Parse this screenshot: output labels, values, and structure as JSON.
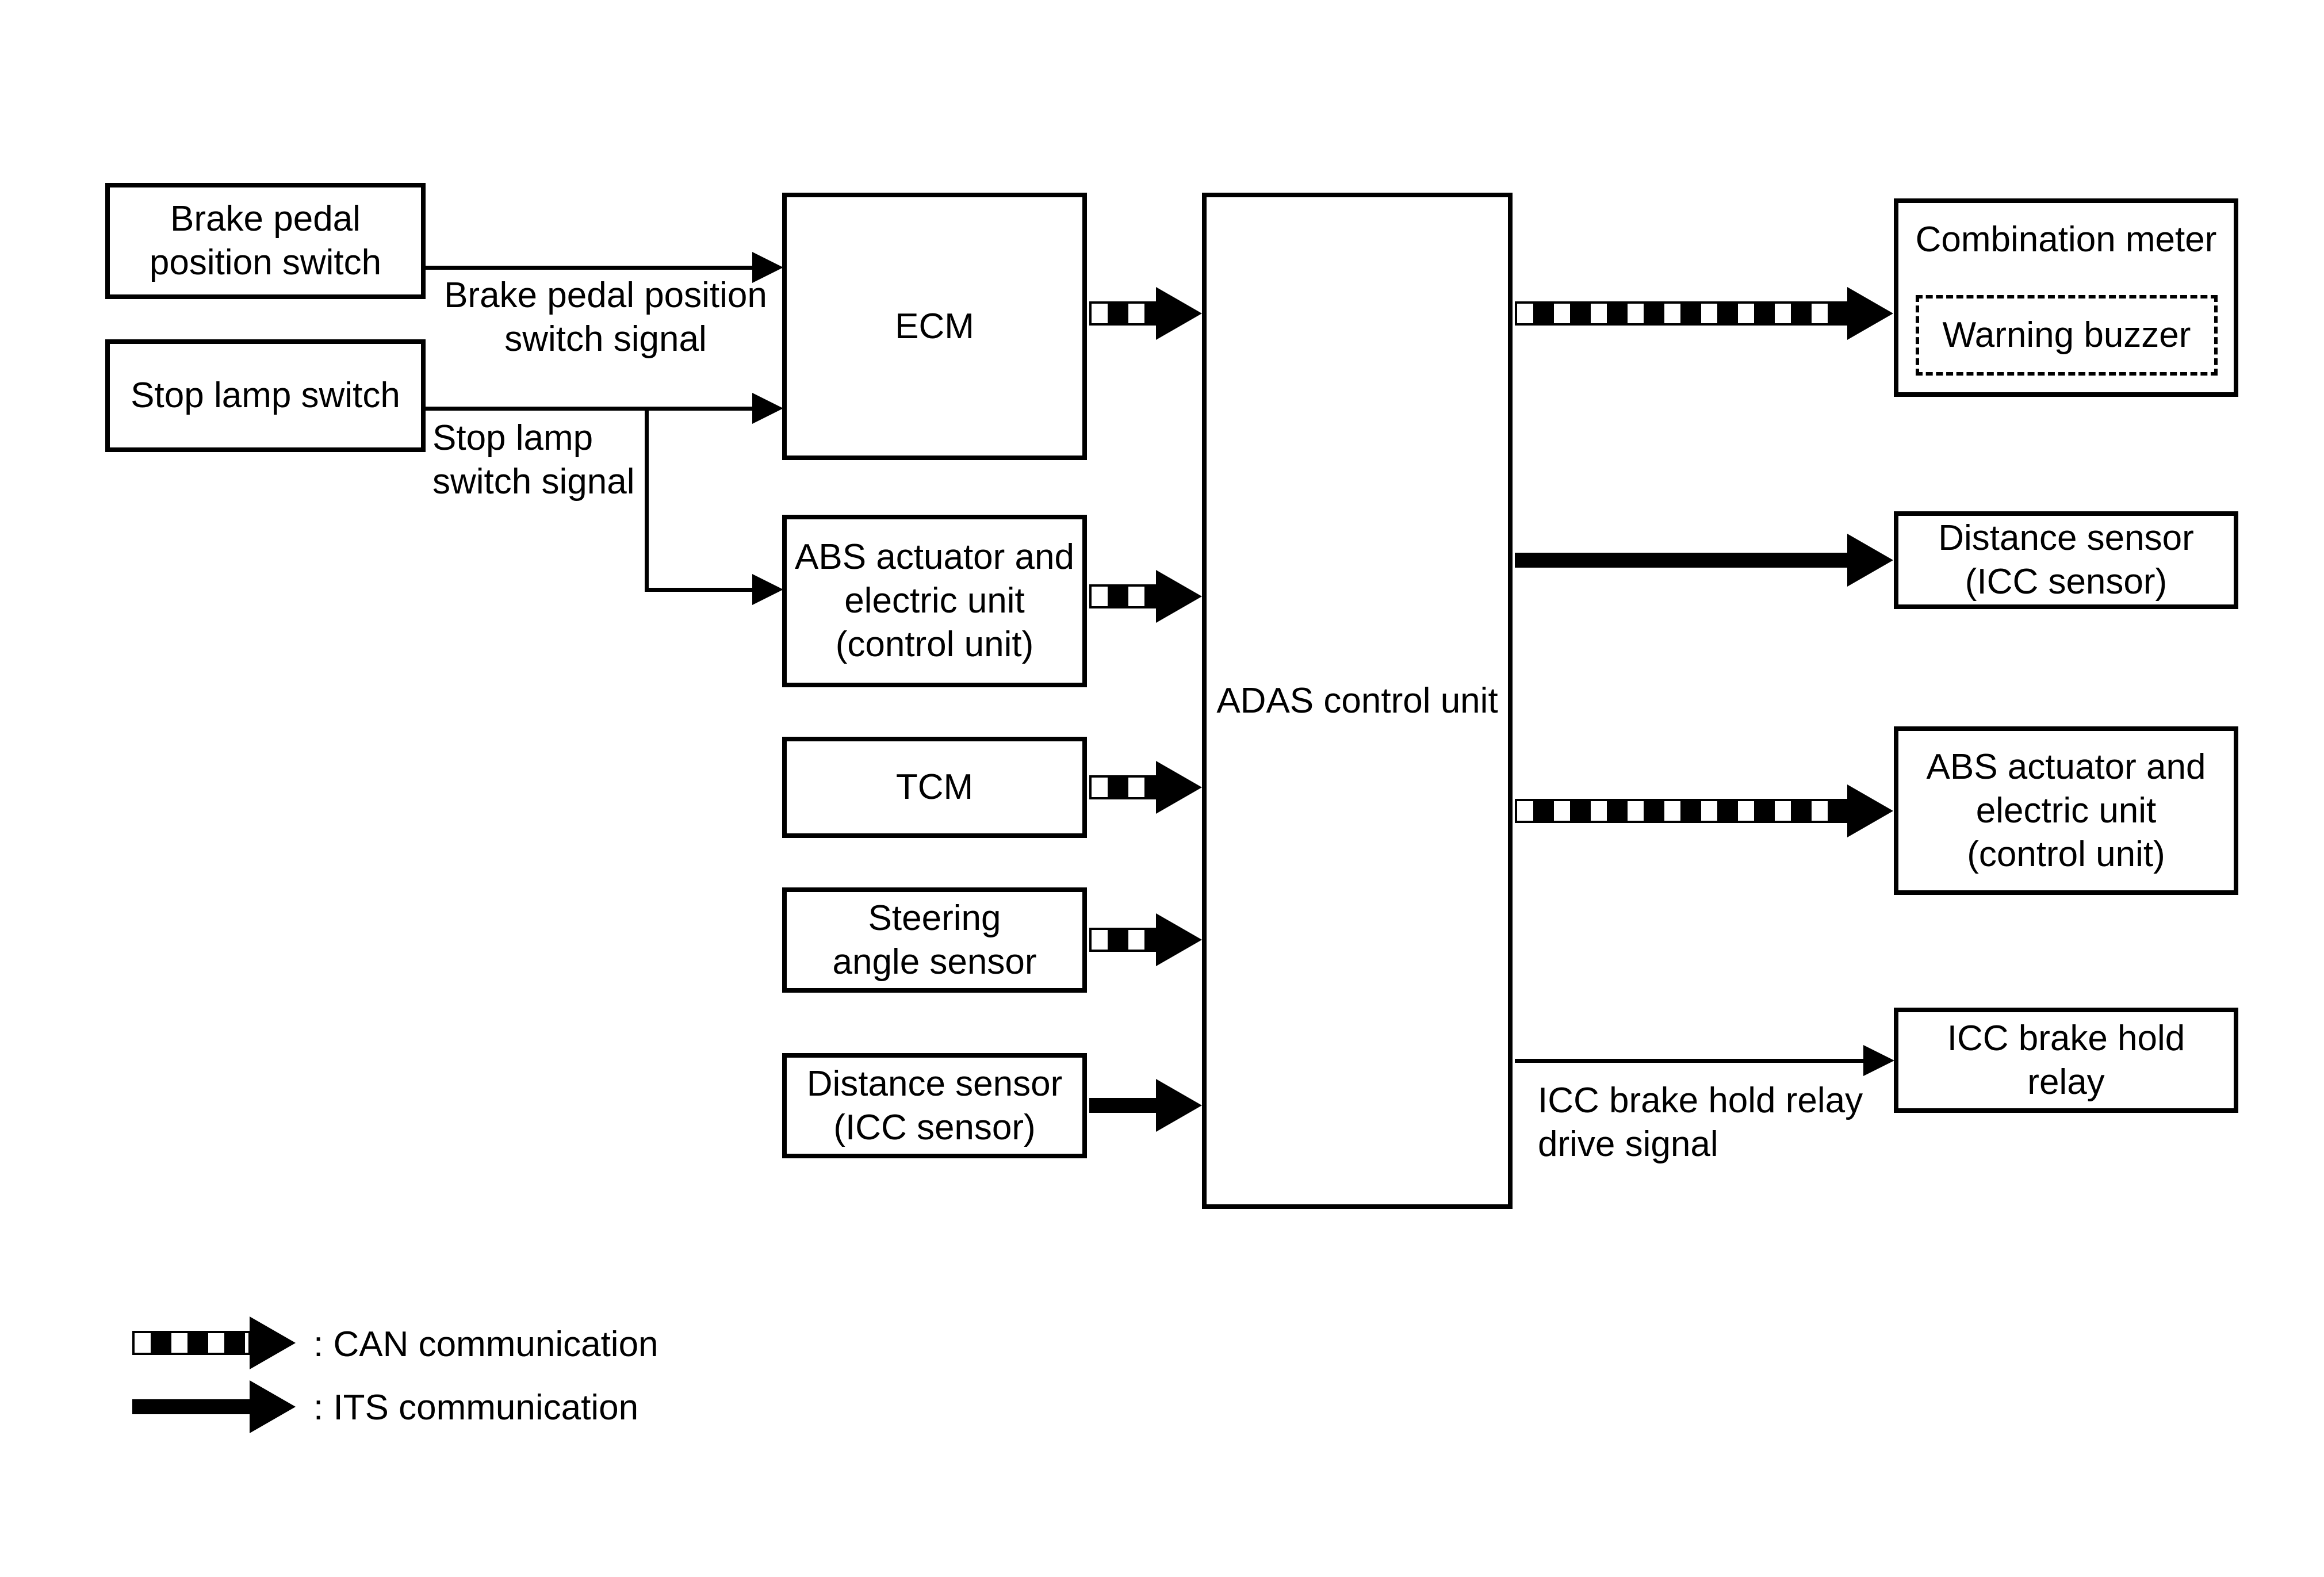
{
  "boxes": {
    "brake_pedal": {
      "line1": "Brake pedal",
      "line2": "position switch"
    },
    "stop_lamp": {
      "line1": "Stop lamp switch"
    },
    "ecm": {
      "line1": "ECM"
    },
    "abs_left": {
      "line1": "ABS actuator and",
      "line2": "electric unit",
      "line3": "(control unit)"
    },
    "tcm": {
      "line1": "TCM"
    },
    "steering": {
      "line1": "Steering",
      "line2": "angle sensor"
    },
    "distance_left": {
      "line1": "Distance sensor",
      "line2": "(ICC sensor)"
    },
    "adas": {
      "line1": "ADAS control unit"
    },
    "combination_meter": {
      "line1": "Combination meter"
    },
    "warning_buzzer": {
      "line1": "Warning buzzer"
    },
    "distance_right": {
      "line1": "Distance sensor",
      "line2": "(ICC sensor)"
    },
    "abs_right": {
      "line1": "ABS actuator and",
      "line2": "electric unit",
      "line3": "(control unit)"
    },
    "icc_relay": {
      "line1": "ICC brake hold",
      "line2": "relay"
    }
  },
  "signal_labels": {
    "brake_pedal_signal": {
      "line1": "Brake pedal position",
      "line2": "switch signal"
    },
    "stop_lamp_signal": {
      "line1": "Stop lamp",
      "line2": "switch signal"
    },
    "icc_relay_signal": {
      "line1": "ICC brake hold relay",
      "line2": "drive signal"
    }
  },
  "legend": {
    "can": ": CAN communication",
    "its": ": ITS communication"
  },
  "colors": {
    "line": "#000000",
    "background": "#ffffff"
  }
}
